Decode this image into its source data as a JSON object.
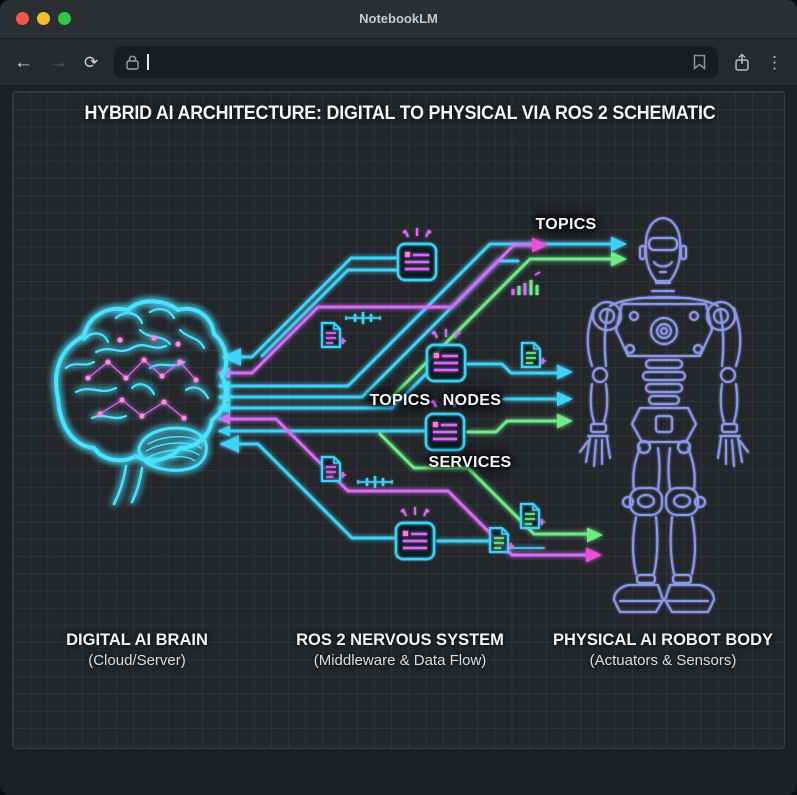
{
  "window": {
    "title": "NotebookLM"
  },
  "toolbar": {
    "url": ""
  },
  "diagram": {
    "title": "HYBRID AI ARCHITECTURE: DIGITAL TO PHYSICAL VIA ROS 2 SCHEMATIC",
    "flow_labels": {
      "topics_top": "TOPICS",
      "topics_mid": "TOPICS",
      "nodes": "NODES",
      "services": "SERVICES"
    },
    "captions": [
      {
        "title": "DIGITAL AI BRAIN",
        "subtitle": "(Cloud/Server)"
      },
      {
        "title": "ROS 2 NERVOUS SYSTEM",
        "subtitle": "(Middleware & Data Flow)"
      },
      {
        "title": "PHYSICAL AI ROBOT BODY",
        "subtitle": "(Actuators & Sensors)"
      }
    ],
    "colors": {
      "cyan": "#41d1f7",
      "magenta": "#d46cf5",
      "pink": "#ea4fd9",
      "green": "#6fea86",
      "robot_outline": "#8d97e8",
      "brain_outline": "#4ae2ff",
      "node_accent": "#ff7ae0"
    }
  }
}
